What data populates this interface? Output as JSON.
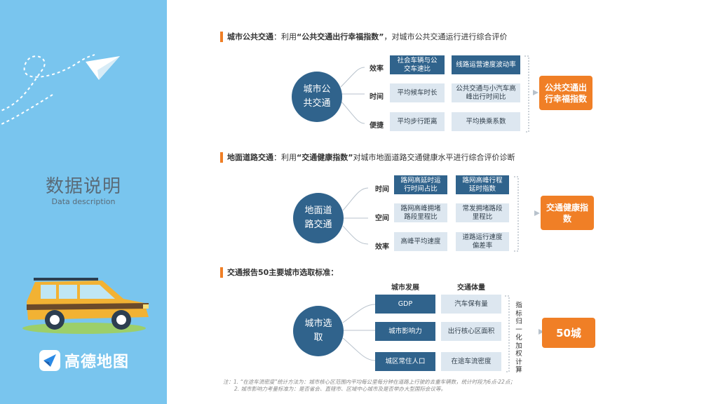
{
  "left_panel": {
    "title_zh": "数据说明",
    "title_en": "Data description",
    "brand_name": "高德地图",
    "icons": [
      "paper-plane-icon",
      "car-illustration",
      "amap-logo-icon"
    ],
    "colors": {
      "panel": "#79c5ee",
      "accent": "#f07f26",
      "node": "#30638c",
      "box_light": "#dde7f0"
    }
  },
  "section1": {
    "heading_bold": "城市公共交通",
    "heading_mid": "：利用",
    "heading_quote": "“公共交通出行幸福指数”",
    "heading_tail": "，对城市公共交通运行进行综合评价",
    "center": "城市公共交通",
    "dims": [
      "效率",
      "时间",
      "便捷"
    ],
    "rows": [
      [
        "社会车辆与公交车速比",
        "线路运营速度波动率"
      ],
      [
        "平均候车时长",
        "公共交通与小汽车高峰出行时间比"
      ],
      [
        "平均步行距离",
        "平均换乘系数"
      ]
    ],
    "result": "公共交通出行幸福指数"
  },
  "section2": {
    "heading_bold": "地面道路交通",
    "heading_mid": "：利用",
    "heading_quote": "“交通健康指数”",
    "heading_tail": "对城市地面道路交通健康水平进行综合评价诊断",
    "center": "地面道路交通",
    "dims": [
      "时间",
      "空间",
      "效率"
    ],
    "rows": [
      [
        "路网高延时运行时间占比",
        "路网高峰行程延时指数"
      ],
      [
        "路网高峰拥堵路段里程比",
        "常发拥堵路段里程比"
      ],
      [
        "高峰平均速度",
        "道路运行速度偏差率"
      ]
    ],
    "result": "交通健康指数"
  },
  "section3": {
    "heading_bold": "交通报告50主要城市选取标准：",
    "center": "城市选取",
    "col_heads": [
      "城市发展",
      "交通体量"
    ],
    "rows": [
      [
        "GDP",
        "汽车保有量"
      ],
      [
        "城市影响力",
        "出行核心区面积"
      ],
      [
        "城区常住人口",
        "在途车流密度"
      ]
    ],
    "vertical_text": "指标归一化加权计算",
    "result": "50城"
  },
  "notes": {
    "line1": "注：1. “在途车流密度”统计方法为：城市核心区范围内平均每公里每分钟在道路上行驶的去重车辆数，统计时段为6点-22点；",
    "line2": "2. 城市影响力考量标准为：是否省会、直辖市、区域中心城市及是否举办大型国际会议等。"
  }
}
